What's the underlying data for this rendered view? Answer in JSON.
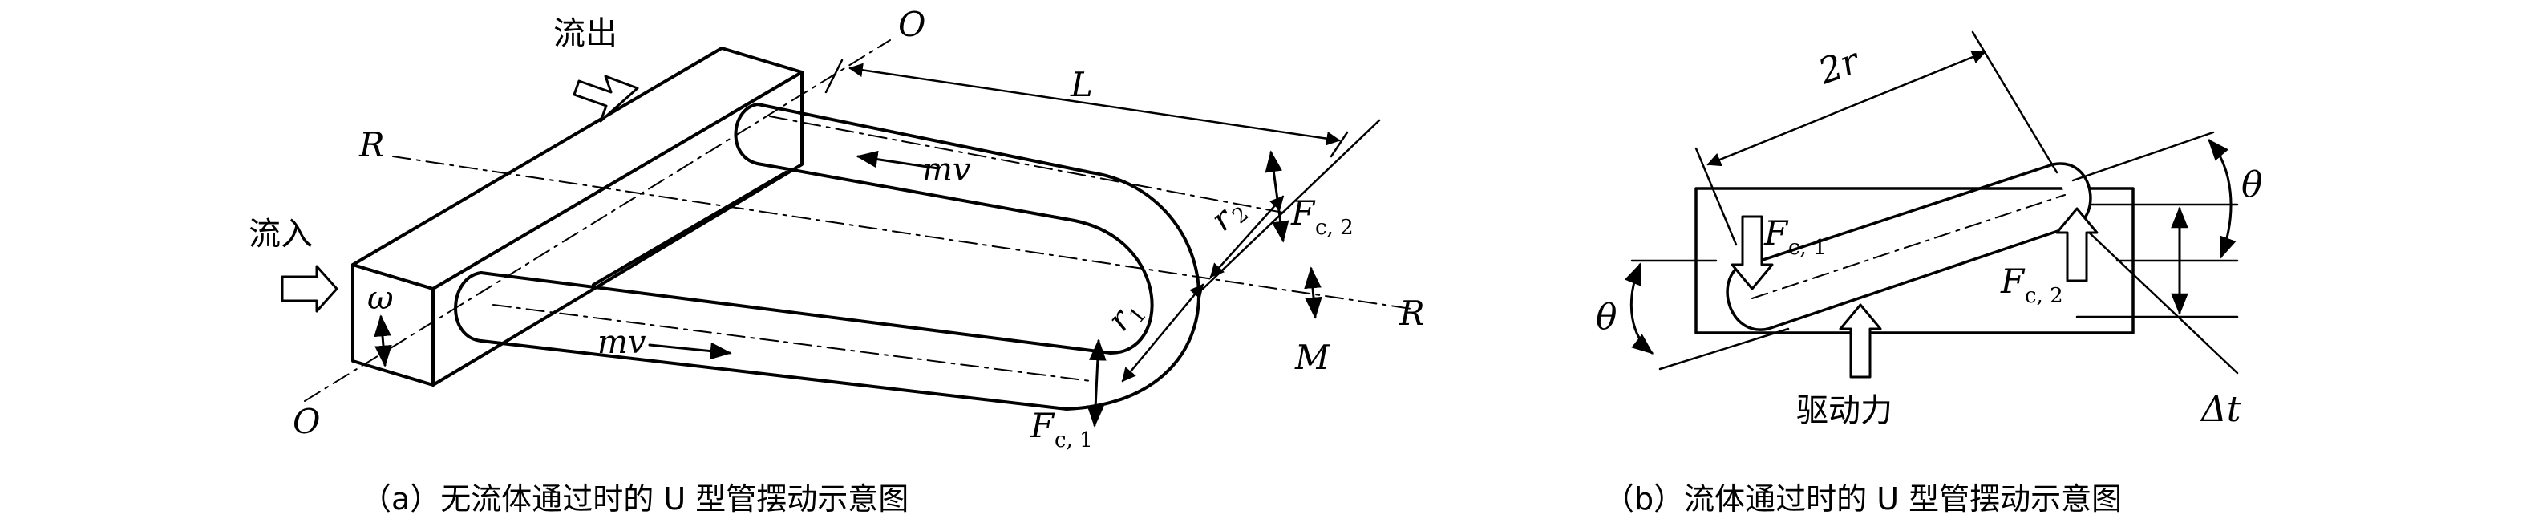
{
  "diagram_a": {
    "caption": "（a）无流体通过时的 U 型管摆动示意图",
    "label_outflow": "流出",
    "label_inflow": "流入",
    "label_O_top": "O",
    "label_O_bottom": "O",
    "label_R_left": "R",
    "label_R_right": "R",
    "label_L": "L",
    "label_mv_top": "mv",
    "label_mv_bottom": "mv",
    "label_omega": "ω",
    "label_r1": "r",
    "label_r1_sub": "1",
    "label_r2": "r",
    "label_r2_sub": "2",
    "label_Fc2": "F",
    "label_Fc2_sub": "c, 2",
    "label_Fc1": "F",
    "label_Fc1_sub": "c, 1",
    "label_M": "M"
  },
  "diagram_b": {
    "caption": "（b）流体通过时的 U 型管摆动示意图",
    "label_2r": "2r",
    "label_theta_left": "θ",
    "label_theta_right": "θ",
    "label_Fc1": "F",
    "label_Fc1_sub": "c, 1",
    "label_Fc2": "F",
    "label_Fc2_sub": "c, 2",
    "label_delta_t": "Δt",
    "label_drive_force": "驱动力"
  }
}
